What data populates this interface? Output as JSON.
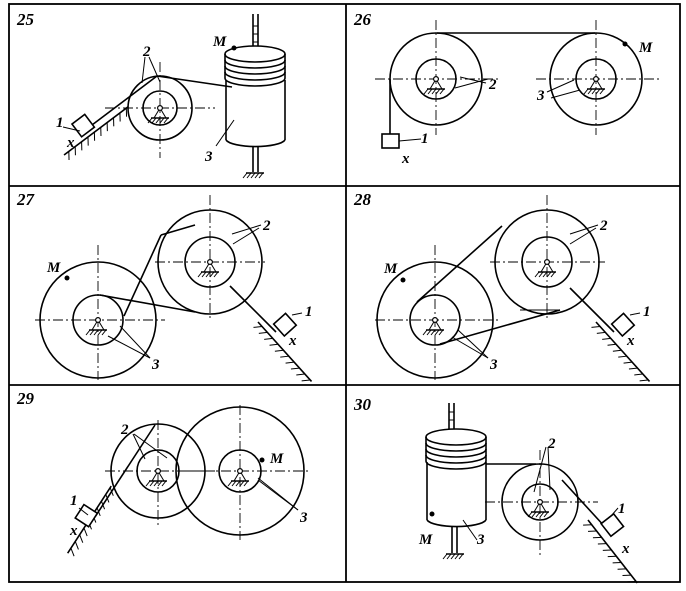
{
  "panels": [
    {
      "id": "25",
      "labels": {
        "m": "M",
        "p1": "1",
        "p2": "2",
        "p3": "3",
        "x": "x"
      }
    },
    {
      "id": "26",
      "labels": {
        "m": "M",
        "p1": "1",
        "p2": "2",
        "p3": "3",
        "x": "x"
      }
    },
    {
      "id": "27",
      "labels": {
        "m": "M",
        "p1": "1",
        "p2": "2",
        "p3": "3",
        "x": "x"
      }
    },
    {
      "id": "28",
      "labels": {
        "m": "M",
        "p1": "1",
        "p2": "2",
        "p3": "3",
        "x": "x"
      }
    },
    {
      "id": "29",
      "labels": {
        "m": "M",
        "p1": "1",
        "p2": "2",
        "p3": "3",
        "x": "x"
      }
    },
    {
      "id": "30",
      "labels": {
        "m": "M",
        "p1": "1",
        "p2": "2",
        "p3": "3",
        "x": "x"
      }
    }
  ]
}
